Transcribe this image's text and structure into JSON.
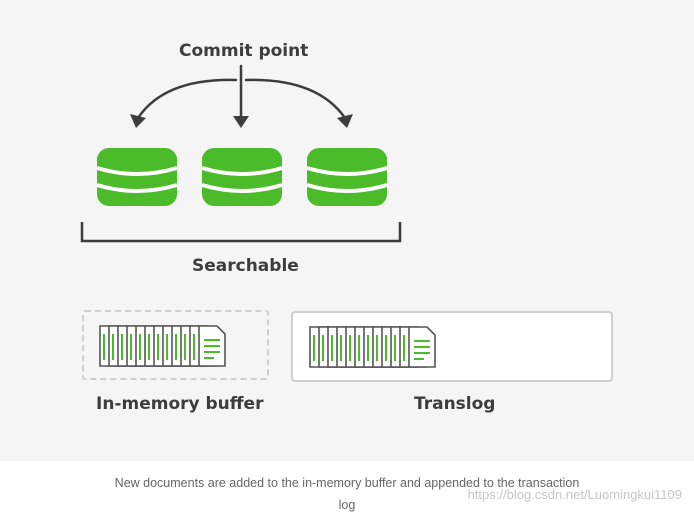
{
  "diagram": {
    "commit_label": "Commit point",
    "searchable_label": "Searchable",
    "memory_buffer_label": "In-memory buffer",
    "translog_label": "Translog",
    "segment_color": "#4cbb2a",
    "doc_icon_color": "#4cbb2a"
  },
  "caption": {
    "line1": "New documents are added to the in-memory buffer and appended to the transaction",
    "line2": "log"
  },
  "watermark": "https://blog.csdn.net/Luomingkui1109"
}
